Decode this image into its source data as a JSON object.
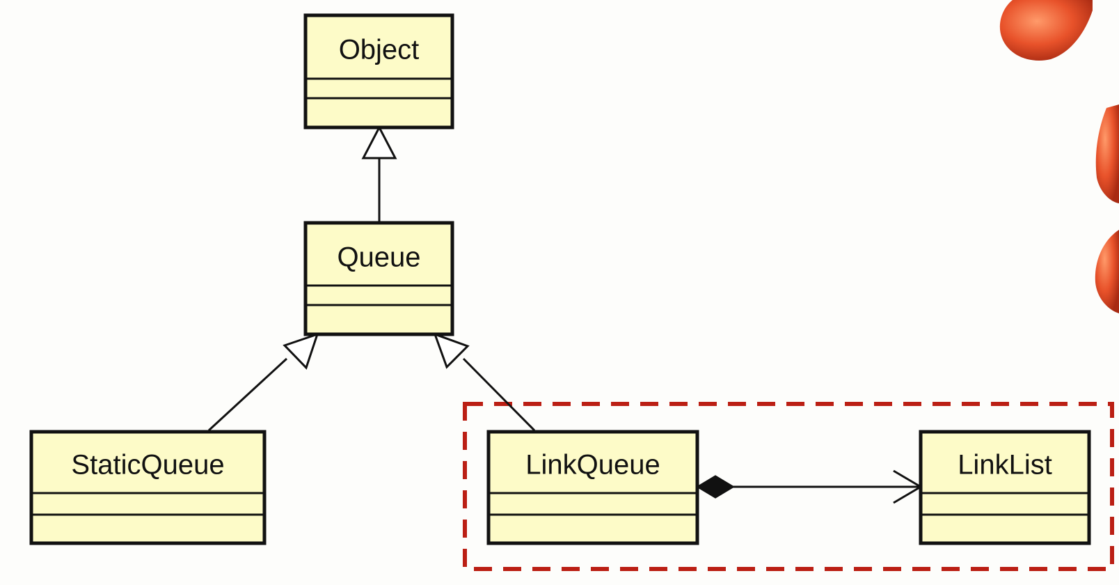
{
  "classes": [
    {
      "id": "object",
      "name": "Object"
    },
    {
      "id": "queue",
      "name": "Queue"
    },
    {
      "id": "staticqueue",
      "name": "StaticQueue"
    },
    {
      "id": "linkqueue",
      "name": "LinkQueue"
    },
    {
      "id": "linklist",
      "name": "LinkList"
    }
  ],
  "relations": [
    {
      "type": "generalization",
      "from": "Queue",
      "to": "Object"
    },
    {
      "type": "generalization",
      "from": "StaticQueue",
      "to": "Queue"
    },
    {
      "type": "generalization",
      "from": "LinkQueue",
      "to": "Queue"
    },
    {
      "type": "composition",
      "from": "LinkQueue",
      "to": "LinkList"
    }
  ],
  "colors": {
    "class_fill": "#fdfbc8",
    "class_stroke": "#111111",
    "highlight_dash": "#bb1f14",
    "decoration": "#e4502a"
  }
}
